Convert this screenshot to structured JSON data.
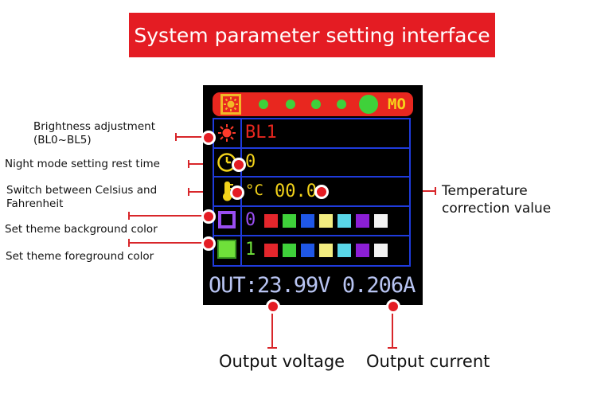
{
  "title": "System parameter setting interface",
  "labels": {
    "brightness_line1": "Brightness adjustment",
    "brightness_line2": "(BL0~BL5)",
    "night_mode": "Night mode setting rest time",
    "celsius_line1": "Switch between Celsius and",
    "celsius_line2": "Fahrenheit",
    "bg_color": "Set theme background color",
    "fg_color": "Set theme foreground color",
    "temp_line1": "Temperature",
    "temp_line2": "correction value",
    "output_voltage": "Output voltage",
    "output_current": "Output current"
  },
  "screen": {
    "mode_text": "MO",
    "brightness_value": "BL1",
    "rest_time_value": "0",
    "temp_unit": "°C",
    "temp_value": "00.0",
    "bg_index": "0",
    "fg_index": "1",
    "output_label": "OUT:",
    "voltage": "23.99V",
    "current": "0.206A"
  },
  "palette": [
    "#e4262c",
    "#3fd13a",
    "#1f57e6",
    "#f2ec80",
    "#59d6e8",
    "#8c1fd6",
    "#f2f2f2"
  ],
  "colors": {
    "accent_red": "#e41c23",
    "screen_blue": "#1f3bdc",
    "value_red": "#e8271f",
    "value_yellow": "#f2d21a",
    "value_purple": "#9a4ef2",
    "value_green": "#6fe03a",
    "output_text": "#b8c4f2"
  }
}
